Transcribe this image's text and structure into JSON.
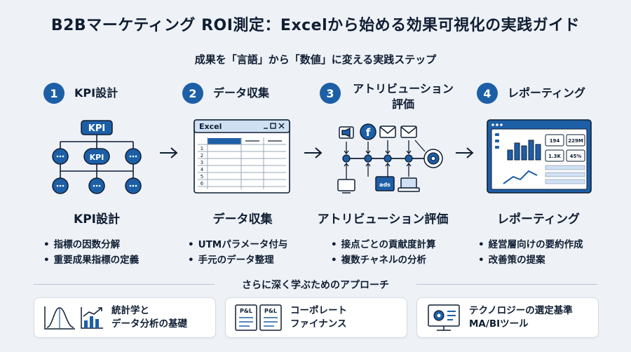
{
  "title": "B2Bマーケティング ROI測定：Excelから始める効果可視化の実践ガイド",
  "subtitle": "成果を「言語」から「数値」に変える実践ステップ",
  "steps": [
    {
      "num": "1",
      "title": "KPI設計",
      "name": "KPI設計",
      "bullets": [
        "指標の因数分解",
        "重要成果指標の定義"
      ],
      "illus_labels": [
        "KPI",
        "KPI"
      ]
    },
    {
      "num": "2",
      "title": "データ収集",
      "name": "データ収集",
      "bullets": [
        "UTMパラメータ付与",
        "手元のデータ整理"
      ],
      "illus_labels": [
        "Excel",
        "1",
        "2",
        "3",
        "4",
        "5",
        "6"
      ]
    },
    {
      "num": "3",
      "title": "アトリビューション評価",
      "name": "アトリビューション評価",
      "bullets": [
        "接点ごとの貢献度計算",
        "複数チャネルの分析"
      ],
      "illus_labels": [
        "ads"
      ]
    },
    {
      "num": "4",
      "title": "レポーティング",
      "name": "レポーティング",
      "bullets": [
        "経営層向けの要約作成",
        "改善策の提案"
      ],
      "illus_labels": [
        "194",
        "229M",
        "1.3K",
        "45%"
      ]
    }
  ],
  "more_title": "さらに深く学ぶためのアプローチ",
  "cards": [
    {
      "line1": "統計学と",
      "line2": "データ分析の基礎"
    },
    {
      "line1": "コーポレート",
      "line2": "ファイナンス",
      "icon_labels": [
        "P&L",
        "P&L"
      ]
    },
    {
      "line1": "テクノロジーの選定基準",
      "line2": "MA/BIツール"
    }
  ],
  "colors": {
    "primary": "#1d5fa7",
    "dark": "#0f1e33",
    "background": "#eef1f6",
    "light_blue": "#cfe0f3"
  }
}
